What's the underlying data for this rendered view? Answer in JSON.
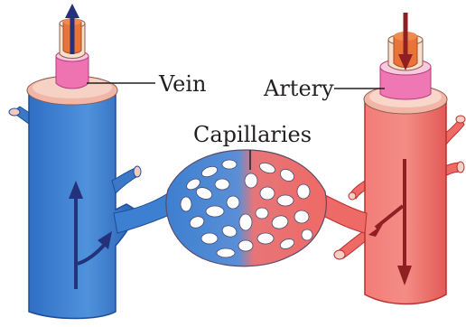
{
  "labels": {
    "vein": "Vein",
    "artery": "Artery",
    "capillaries": "Capillaries"
  },
  "colors": {
    "vein_blue": "#3d7fd0",
    "vein_dark": "#1f4d9a",
    "artery_red": "#ef6a66",
    "artery_dark": "#b8302c",
    "arrow_navy": "#23327a",
    "arrow_maroon": "#8f1f22",
    "wall_pink": "#e75fa6",
    "inner_orange": "#e8743a",
    "cream": "#fbe7d6"
  }
}
